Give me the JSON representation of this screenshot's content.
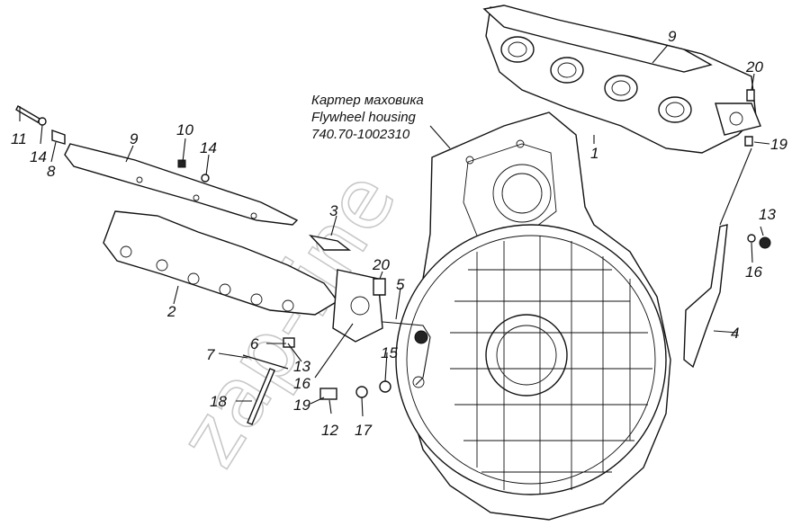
{
  "caption": {
    "line1": "Картер маховика",
    "line2": "Flywheel housing",
    "line3": "740.70-1002310"
  },
  "watermark": "zap-line",
  "callouts": [
    {
      "id": "c9a",
      "text": "9"
    },
    {
      "id": "c20a",
      "text": "20"
    },
    {
      "id": "c1",
      "text": "1"
    },
    {
      "id": "c19a",
      "text": "19"
    },
    {
      "id": "c11",
      "text": "11"
    },
    {
      "id": "c9b",
      "text": "9"
    },
    {
      "id": "c10",
      "text": "10"
    },
    {
      "id": "c14a",
      "text": "14"
    },
    {
      "id": "c14b",
      "text": "14"
    },
    {
      "id": "c8",
      "text": "8"
    },
    {
      "id": "c3",
      "text": "3"
    },
    {
      "id": "c20b",
      "text": "20"
    },
    {
      "id": "c5",
      "text": "5"
    },
    {
      "id": "c2",
      "text": "2"
    },
    {
      "id": "c13a",
      "text": "13"
    },
    {
      "id": "c16a",
      "text": "16"
    },
    {
      "id": "c4",
      "text": "4"
    },
    {
      "id": "c6",
      "text": "6"
    },
    {
      "id": "c7",
      "text": "7"
    },
    {
      "id": "c13b",
      "text": "13"
    },
    {
      "id": "c15",
      "text": "15"
    },
    {
      "id": "c16b",
      "text": "16"
    },
    {
      "id": "c18",
      "text": "18"
    },
    {
      "id": "c19b",
      "text": "19"
    },
    {
      "id": "c12",
      "text": "12"
    },
    {
      "id": "c17",
      "text": "17"
    }
  ]
}
